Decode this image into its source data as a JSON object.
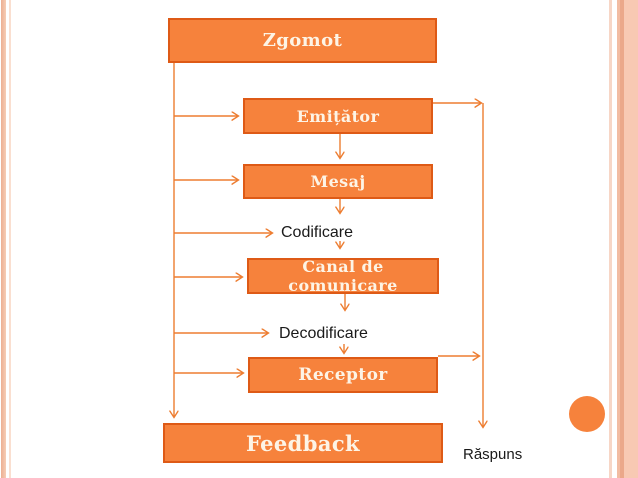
{
  "slide": {
    "boxes": {
      "zgomot": "Zgomot",
      "emitator": "Emițător",
      "mesaj": "Mesaj",
      "canal": "Canal de comunicare",
      "receptor": "Receptor",
      "feedback": "Feedback"
    },
    "labels": {
      "codificare": "Codificare",
      "decodificare": "Decodificare",
      "raspuns": "Răspuns"
    },
    "colors": {
      "box_fill": "#F6823C",
      "box_border": "#DE5A16",
      "box_text": "#FDF4E6",
      "connector": "#ED7D31",
      "label_text": "#1A1A1A",
      "edge_stripe_left": "#F0BCA0",
      "edge_stripe_right": "#F8C9B3",
      "accent_circle": "#F6823C"
    }
  }
}
